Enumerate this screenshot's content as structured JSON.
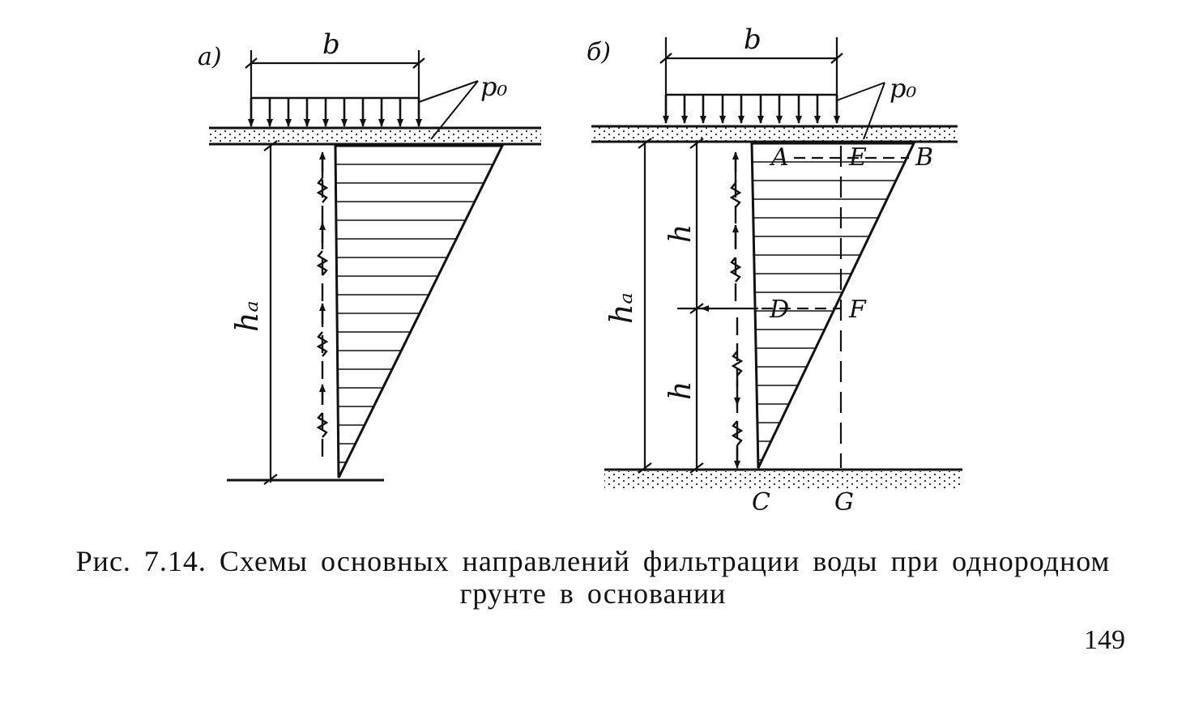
{
  "figure": {
    "panel_a": {
      "label": "а)",
      "width_label": "b",
      "load_label": "p₀",
      "height_label": "hₐ"
    },
    "panel_b": {
      "label": "б)",
      "width_label": "b",
      "load_label": "p₀",
      "height_label": "hₐ",
      "upper_h_label": "h",
      "lower_h_label": "h",
      "points": {
        "A": "A",
        "B": "B",
        "C": "C",
        "D": "D",
        "E": "E",
        "F": "F",
        "G": "G"
      }
    }
  },
  "caption": {
    "line1": "Рис. 7.14. Схемы основных направлений фильтрации воды при однородном",
    "line2": "грунте в основании"
  },
  "page_number": "149"
}
